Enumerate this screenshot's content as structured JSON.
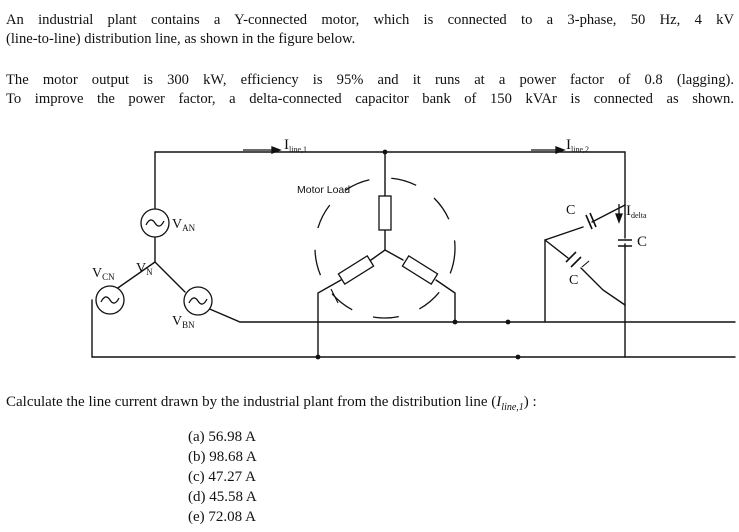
{
  "problem": {
    "intro_lines": [
      "An industrial plant contains a Y-connected motor, which is connected to a 3-phase, 50 Hz, 4 kV",
      "(line-to-line) distribution line, as shown in the figure below."
    ],
    "detail_lines": [
      "The motor output is 300 kW, efficiency is 95% and it runs at a power factor of 0.8 (lagging).",
      "To improve the power factor, a delta-connected capacitor bank of 150 kVAr is connected as shown."
    ],
    "question_prefix": "Calculate the line current drawn by the industrial plant from the distribution line (",
    "question_var": "I",
    "question_sub": "line,1",
    "question_suffix": ") :"
  },
  "figure": {
    "i_line1": "I",
    "i_line1_sub": "line,1",
    "i_line2": "I",
    "i_line2_sub": "line,2",
    "motor_load": "Motor Load",
    "v_an": "V",
    "v_an_sub": "AN",
    "v_bn": "V",
    "v_bn_sub": "BN",
    "v_cn": "V",
    "v_cn_sub": "CN",
    "v_n": "V",
    "v_n_sub": "N",
    "i_delta": "I",
    "i_delta_sub": "delta",
    "cap_label": "C"
  },
  "options": [
    "(a) 56.98 A",
    "(b) 98.68 A",
    "(c) 47.27 A",
    "(d) 45.58 A",
    "(e) 72.08 A"
  ]
}
